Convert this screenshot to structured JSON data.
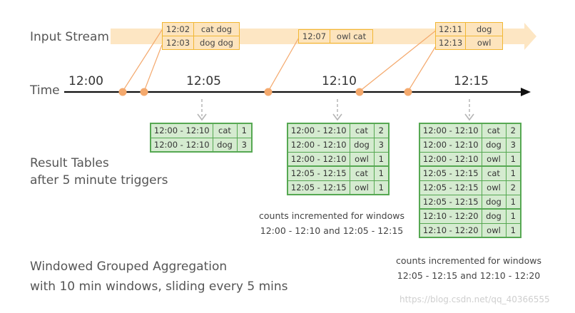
{
  "labels": {
    "input_stream": "Input Stream",
    "time": "Time",
    "result_tables_line1": "Result Tables",
    "result_tables_line2": "after 5 minute triggers",
    "footer_line1": "Windowed Grouped Aggregation",
    "footer_line2": "with 10 min windows, sliding every 5 mins",
    "watermark": "https://blog.csdn.net/qq_40366555"
  },
  "timeline": {
    "ticks": [
      "12:00",
      "12:05",
      "12:10",
      "12:15"
    ]
  },
  "events": {
    "group1": [
      {
        "time": "12:02",
        "words": "cat dog"
      },
      {
        "time": "12:03",
        "words": "dog dog"
      }
    ],
    "group2": [
      {
        "time": "12:07",
        "words": "owl cat"
      }
    ],
    "group3": [
      {
        "time": "12:11",
        "words": "dog"
      },
      {
        "time": "12:13",
        "words": "owl"
      }
    ]
  },
  "result_tables": {
    "t1": [
      {
        "window": "12:00 - 12:10",
        "word": "cat",
        "count": "1"
      },
      {
        "window": "12:00 - 12:10",
        "word": "dog",
        "count": "3"
      }
    ],
    "t2": [
      {
        "window": "12:00 - 12:10",
        "word": "cat",
        "count": "2"
      },
      {
        "window": "12:00 - 12:10",
        "word": "dog",
        "count": "3"
      },
      {
        "window": "12:00 - 12:10",
        "word": "owl",
        "count": "1"
      },
      {
        "window": "12:05 - 12:15",
        "word": "cat",
        "count": "1"
      },
      {
        "window": "12:05 - 12:15",
        "word": "owl",
        "count": "1"
      }
    ],
    "t3": [
      {
        "window": "12:00 - 12:10",
        "word": "cat",
        "count": "2"
      },
      {
        "window": "12:00 - 12:10",
        "word": "dog",
        "count": "3"
      },
      {
        "window": "12:00 - 12:10",
        "word": "owl",
        "count": "1"
      },
      {
        "window": "12:05 - 12:15",
        "word": "cat",
        "count": "1"
      },
      {
        "window": "12:05 - 12:15",
        "word": "owl",
        "count": "2"
      },
      {
        "window": "12:05 - 12:15",
        "word": "dog",
        "count": "1"
      },
      {
        "window": "12:10 - 12:20",
        "word": "dog",
        "count": "1"
      },
      {
        "window": "12:10 - 12:20",
        "word": "owl",
        "count": "1"
      }
    ]
  },
  "notes": {
    "n1_line1": "counts incremented for windows",
    "n1_line2": "12:00 - 12:10 and 12:05 - 12:15",
    "n2_line1": "counts incremented for windows",
    "n2_line2": "12:05 - 12:15 and 12:10 - 12:20"
  },
  "colors": {
    "stream_band": "#fde6c3",
    "event_fill": "#fde4bd",
    "event_border": "#f1b733",
    "event_dot": "#f4a96d",
    "table_fill": "#d5ebd0",
    "table_border": "#56a852",
    "arrow": "#b5b5b5",
    "axis": "#111111"
  }
}
